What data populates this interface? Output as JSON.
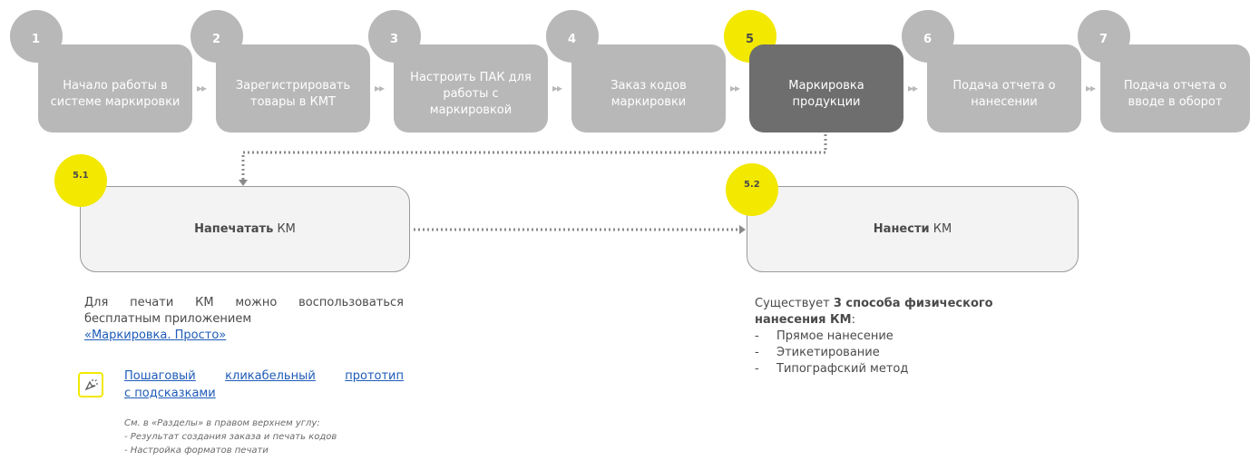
{
  "steps": [
    {
      "number": "1",
      "label": "Начало работы в системе маркировки",
      "active": false
    },
    {
      "number": "2",
      "label": "Зарегистрировать товары в КМТ",
      "active": false
    },
    {
      "number": "3",
      "label": "Настроить ПАК для работы с маркировкой",
      "active": false
    },
    {
      "number": "4",
      "label": "Заказ кодов маркировки",
      "active": false
    },
    {
      "number": "5",
      "label": "Маркировка продукции",
      "active": true
    },
    {
      "number": "6",
      "label": "Подача отчета о нанесении",
      "active": false
    },
    {
      "number": "7",
      "label": "Подача отчета о вводе в оборот",
      "active": false
    }
  ],
  "substep_print": {
    "number": "5.1",
    "label_bold": "Напечатать",
    "label_rest": "КМ",
    "description_line1_words": [
      "Для",
      "печати",
      "КМ",
      "можно",
      "воспользоваться"
    ],
    "description_line2": "бесплатным приложением",
    "app_link": "«Маркировка. Просто»",
    "prototype_link_line1_words": [
      "Пошаговый",
      "кликабельный",
      "прототип"
    ],
    "prototype_link_line2": "с подсказками",
    "prototype_icon": "cursor-click-icon",
    "notes": [
      "См. в «Разделы» в правом верхнем углу:",
      "- Результат создания заказа и печать кодов",
      "- Настройка форматов печати"
    ]
  },
  "substep_apply": {
    "number": "5.2",
    "label_bold": "Нанести",
    "label_rest": "КМ",
    "intro": "Существует",
    "intro_bold": "3 способа физического нанесения КМ",
    "intro_end": ":",
    "methods": [
      "Прямое нанесение",
      "Этикетирование",
      "Типографский метод"
    ]
  },
  "colors": {
    "step_gray": "#b8b8b8",
    "step_active": "#6e6e6e",
    "accent_yellow": "#f2e800",
    "link_blue": "#1e5bb8",
    "connector": "#8a8a8a"
  }
}
